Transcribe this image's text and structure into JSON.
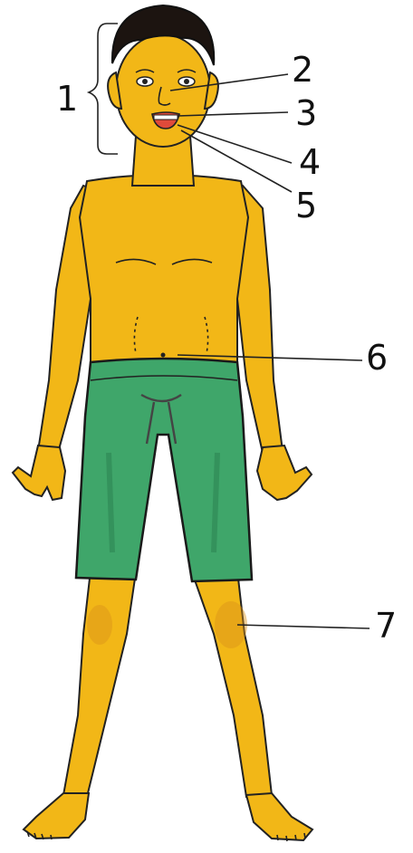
{
  "labels": [
    {
      "id": "1",
      "text": "1"
    },
    {
      "id": "2",
      "text": "2"
    },
    {
      "id": "3",
      "text": "3"
    },
    {
      "id": "4",
      "text": "4"
    },
    {
      "id": "5",
      "text": "5"
    },
    {
      "id": "6",
      "text": "6"
    },
    {
      "id": "7",
      "text": "7"
    }
  ],
  "colors": {
    "skin": "#F2B717",
    "skin_shadow": "#D9921A",
    "hair": "#1C1410",
    "shorts": "#3FA66A",
    "shorts_shadow": "#2D8553",
    "outline": "#222222",
    "mouth": "#E04A3A"
  },
  "icons": [
    "figure-illustration"
  ]
}
